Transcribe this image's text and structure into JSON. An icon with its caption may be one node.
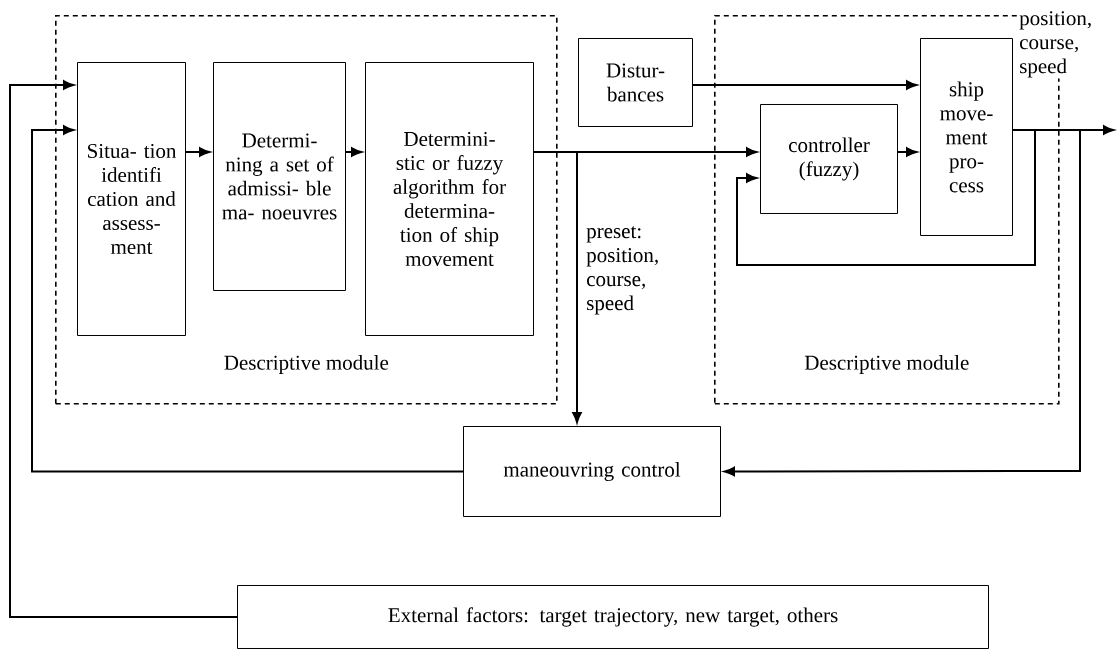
{
  "diagram": {
    "nodes": [
      {
        "text": [
          "Descriptive module"
        ]
      },
      {
        "text": [
          "Situa- tion identifi cation and assess- ment"
        ],
        "in": 0
      },
      {
        "text": [
          "Determi- ning a set of admissi- ble ma- noeuvres"
        ],
        "in": 0
      },
      {
        "text": [
          "Determini- stic or fuzzy algorithm for determina- tion of ship movement"
        ],
        "in": 0
      },
      {
        "text": [
          "Distur- bances"
        ]
      },
      {
        "text": [
          "Descriptive module"
        ]
      },
      {
        "text": [
          "controller (fuzzy)"
        ],
        "in": 5
      },
      {
        "text": [
          "ship move- ment pro- cess"
        ],
        "in": 5
      },
      {
        "text": [
          "maneouvring control"
        ]
      },
      {
        "text": [
          "External factors: target trajectory, new target, others"
        ]
      }
    ],
    "edges": [
      {
        "from": 9,
        "to": 1,
        "arrow": "to"
      },
      {
        "from": 8,
        "to": 1,
        "arrow": "to"
      },
      {
        "from": 1,
        "to": 2,
        "arrow": "to"
      },
      {
        "from": 2,
        "to": 3,
        "arrow": "to"
      },
      {
        "from": 3,
        "to": 6,
        "arrow": "to"
      },
      {
        "from": 3,
        "to": 8,
        "arrow": "to",
        "label": "preset: position, course, speed"
      },
      {
        "from": 4,
        "to": 7,
        "arrow": "to"
      },
      {
        "from": 6,
        "to": 7,
        "arrow": "to"
      },
      {
        "from": 7,
        "to": 6,
        "arrow": "to"
      },
      {
        "from": 7,
        "to": null,
        "arrow": "to",
        "label": "position, course, speed"
      },
      {
        "from": 7,
        "to": 8,
        "arrow": "to"
      }
    ]
  }
}
